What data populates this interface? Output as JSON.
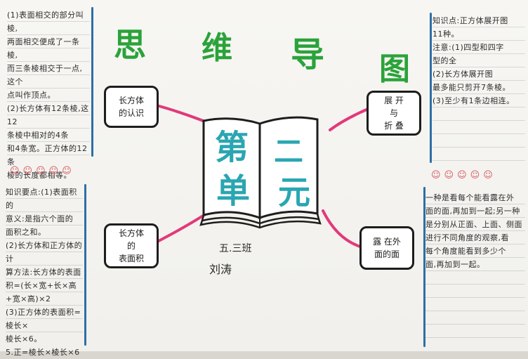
{
  "title": {
    "c1": "思",
    "c2": "维",
    "c3": "导",
    "c4": "图"
  },
  "nodes": {
    "top_left": "长方体\n的认识",
    "bottom_left": "长方体\n的\n表面积",
    "top_right": "展 开\n与\n折 叠",
    "bottom_right": "露 在外\n面的面"
  },
  "book": {
    "left1": "第",
    "left2": "单",
    "right1": "二",
    "right2": "元"
  },
  "signature": {
    "class": "五.三班",
    "name": "刘涛"
  },
  "notes": {
    "top_left": "(1)表面相交的部分叫棱,\n两面相交便成了一条棱,\n而三条棱相交于一点,这个\n点叫作顶点。\n(2)长方体有12条棱,这12\n条棱中相对的4条\n和4条宽。正方体的12条\n棱的长度都相等。",
    "bottom_left": "知识要点:(1)表面积的\n意义:是指六个面的\n面积之和。\n(2)长方体和正方体的计\n算方法:长方体的表面\n积=(长×宽+长×高+宽×高)×2\n(3)正方体的表面积=棱长×\n棱长×6。\n5.正=棱长×棱长×6",
    "top_right": "知识点:正方体展开图\n11种。\n注意:(1)四型和四字\n型的全\n(2)长方体展开图\n最多能只剪开7条棱。\n(3)至少有1条边相连。",
    "bottom_right": "一种是看每个能看露在外\n面的面,再加到一起;另一种\n是分别从正面、上面、侧面\n进行不同角度的观察,看\n每个角度能看到多少个\n面,再加到一起。"
  },
  "faces": {
    "left": "☺☺☺☺☺",
    "right": "☺☺☺☺☺"
  }
}
